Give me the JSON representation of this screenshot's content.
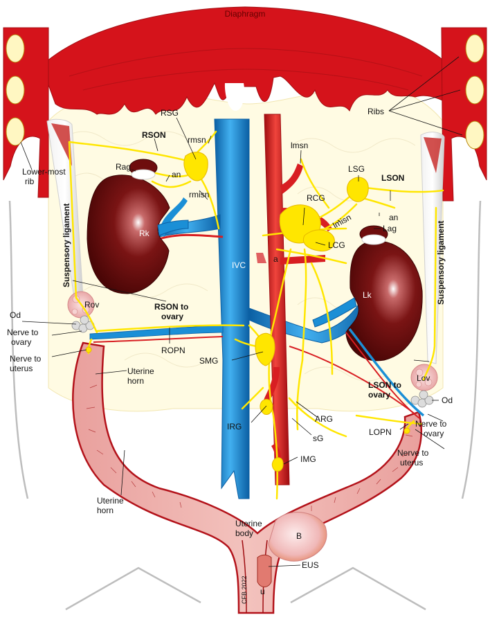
{
  "labels": {
    "diaphragm": "Diaphragm",
    "ribs": "Ribs",
    "lower_most_rib": "Lower-most rib",
    "rson": "RSON",
    "rsg": "RSG",
    "rmsn": "rmsn",
    "rag": "Rag",
    "an_right": "an",
    "rmisn": "rmisn",
    "rk": "Rk",
    "suspensory_ligament_right": "Suspensory ligament",
    "rson_to_ovary": "RSON to ovary",
    "rov": "Rov",
    "od_right": "Od",
    "nerve_to_ovary_right": "Nerve to ovary",
    "nerve_to_uterus_right": "Nerve to uterus",
    "ropn": "ROPN",
    "uterine_horn_right_top": "Uterine horn",
    "uterine_horn_left_bottom": "Uterine horn",
    "ivc": "IVC",
    "a": "a",
    "smg": "SMG",
    "irg": "IRG",
    "arg": "ARG",
    "sg": "sG",
    "img": "IMG",
    "lmsn": "lmsn",
    "lsg": "LSG",
    "lson": "LSON",
    "rcg": "RCG",
    "lmisn": "lmisn",
    "an_left": "an",
    "lag": "Lag",
    "lcg": "LCG",
    "lk": "Lk",
    "suspensory_ligament_left": "Suspensory ligament",
    "lson_to_ovary": "LSON to ovary",
    "lov": "Lov",
    "od_left": "Od",
    "lopn": "LOPN",
    "nerve_to_ovary_left": "Nerve to ovary",
    "nerve_to_uterus_left": "Nerve to uterus",
    "uterine_body": "Uterine body",
    "b": "B",
    "eus": "EUS",
    "u": "u",
    "signature": "CFB 2022"
  },
  "colors": {
    "muscle": "#d5131b",
    "muscle_dark": "#a30d12",
    "vein": "#1b8fd6",
    "vein_dark": "#0b5fa3",
    "artery": "#d81e22",
    "nerve": "#ffe600",
    "nerve_dark": "#e6b800",
    "kidney": "#6e0d0d",
    "uterus_fill": "#e9a3a0",
    "uterus_rim": "#b3121a",
    "fat": "#fffbe3",
    "bladder": "#f4c4c4"
  }
}
